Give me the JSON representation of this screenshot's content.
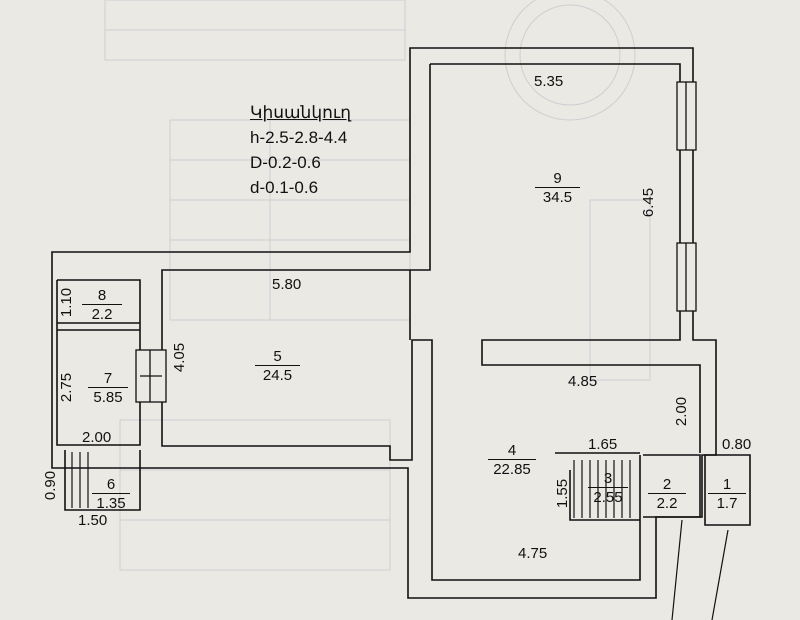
{
  "legend": {
    "title": "Կիսանկուղ",
    "line_h": "h-2.5-2.8-4.4",
    "line_D": "D-0.2-0.6",
    "line_d": "d-0.1-0.6"
  },
  "rooms": [
    {
      "id": "9",
      "area": "34.5"
    },
    {
      "id": "8",
      "area": "2.2"
    },
    {
      "id": "7",
      "area": "5.85"
    },
    {
      "id": "5",
      "area": "24.5"
    },
    {
      "id": "6",
      "area": "1.35"
    },
    {
      "id": "4",
      "area": "22.85"
    },
    {
      "id": "3",
      "area": "2.55"
    },
    {
      "id": "2",
      "area": "2.2"
    },
    {
      "id": "1",
      "area": "1.7"
    }
  ],
  "dimensions": {
    "d_535": "5.35",
    "d_645": "6.45",
    "d_580": "5.80",
    "d_405": "4.05",
    "d_110": "1.10",
    "d_275": "2.75",
    "d_200_left": "2.00",
    "d_090": "0.90",
    "d_150": "1.50",
    "d_485": "4.85",
    "d_200_right": "2.00",
    "d_080": "0.80",
    "d_165": "1.65",
    "d_155": "1.55",
    "d_475": "4.75"
  },
  "colors": {
    "wall": "#111111",
    "paper": "#ebe9e4"
  }
}
